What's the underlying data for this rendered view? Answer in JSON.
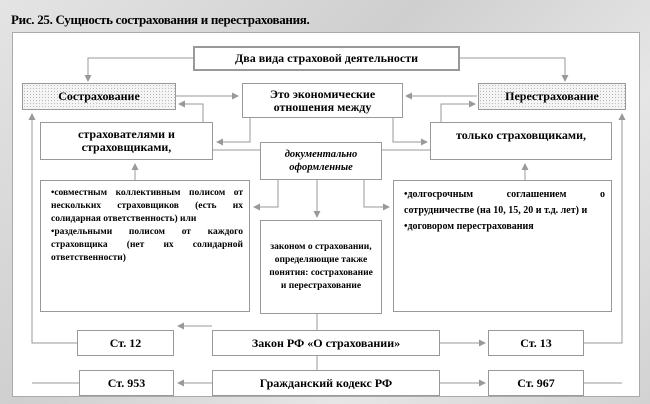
{
  "title": "Рис. 25. Сущность сострахования и перестрахования.",
  "top": "Два вида страховой деятельности",
  "coins": "Сострахование",
  "essence": "Это экономические отношения между",
  "reins": "Перестрахование",
  "coins_parties": "страхователями и страховщиками,",
  "reins_parties": "только страховщиками,",
  "documented": "документально оформленные",
  "coins_list": [
    "•совместным коллективным полисом от нескольких страховщиков (есть их солидарная ответственность) или",
    "•раздельными полисом от каждого страховщика (нет их солидарной ответственности)"
  ],
  "law_text": "законом о страховании, определяющие также понятия: сострахование и перестрахование",
  "reins_list": [
    "•долгосрочным соглашением о сотрудничестве (на 10, 15, 20 и т.д. лет) и",
    "•договором перестрахования"
  ],
  "art12": "Ст. 12",
  "law": "Закон РФ «О страховании»",
  "art13": "Ст. 13",
  "art953": "Ст. 953",
  "civil": "Гражданский кодекс РФ",
  "art967": "Ст. 967"
}
